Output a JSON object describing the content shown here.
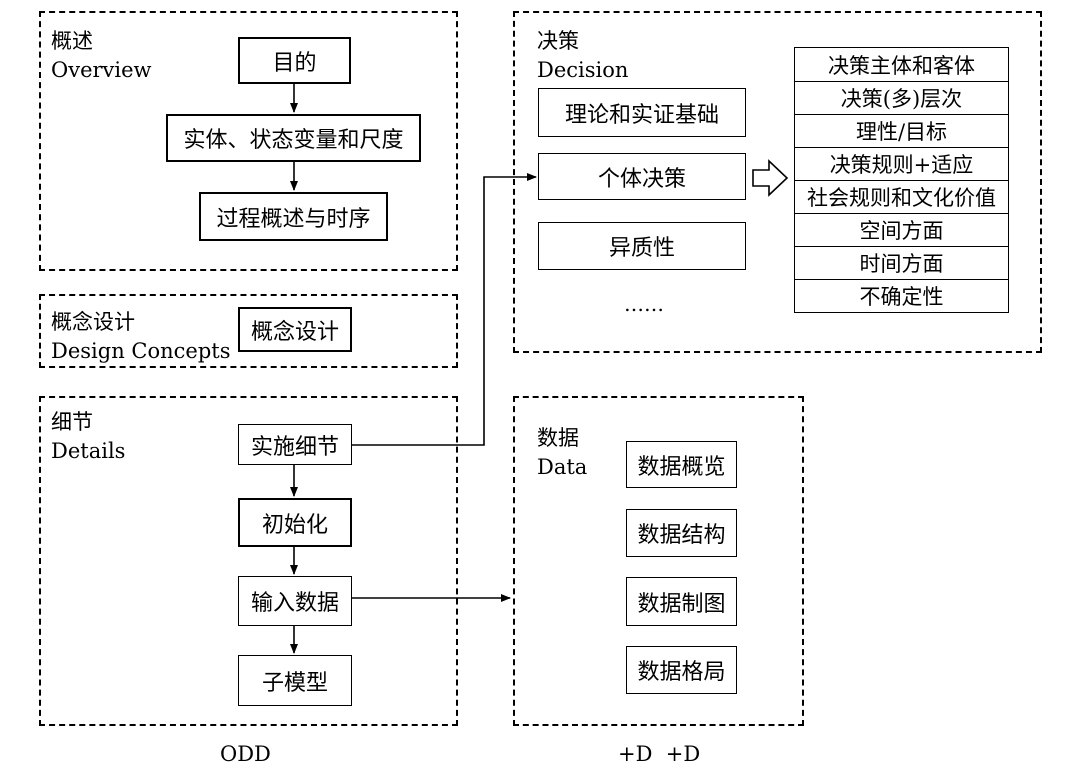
{
  "overview": {
    "title_cn": "概述",
    "title_en": "Overview",
    "boxes": [
      "目的",
      "实体、状态变量和尺度",
      "过程概述与时序"
    ]
  },
  "design_concepts": {
    "title_cn": "概念设计",
    "title_en": "Design Concepts",
    "box": "概念设计"
  },
  "details": {
    "title_cn": "细节",
    "title_en": "Details",
    "boxes": [
      "实施细节",
      "初始化",
      "输入数据",
      "子模型"
    ]
  },
  "decision": {
    "title_cn": "决策",
    "title_en": "Decision",
    "boxes": [
      "理论和实证基础",
      "个体决策",
      "异质性"
    ],
    "ellipsis": "……",
    "list": [
      "决策主体和客体",
      "决策(多)层次",
      "理性/目标",
      "决策规则+适应",
      "社会规则和文化价值",
      "空间方面",
      "时间方面",
      "不确定性"
    ]
  },
  "data": {
    "title_cn": "数据",
    "title_en": "Data",
    "boxes": [
      "数据概览",
      "数据结构",
      "数据制图",
      "数据格局"
    ]
  },
  "captions": {
    "left": "ODD",
    "right": "+D  +D"
  }
}
